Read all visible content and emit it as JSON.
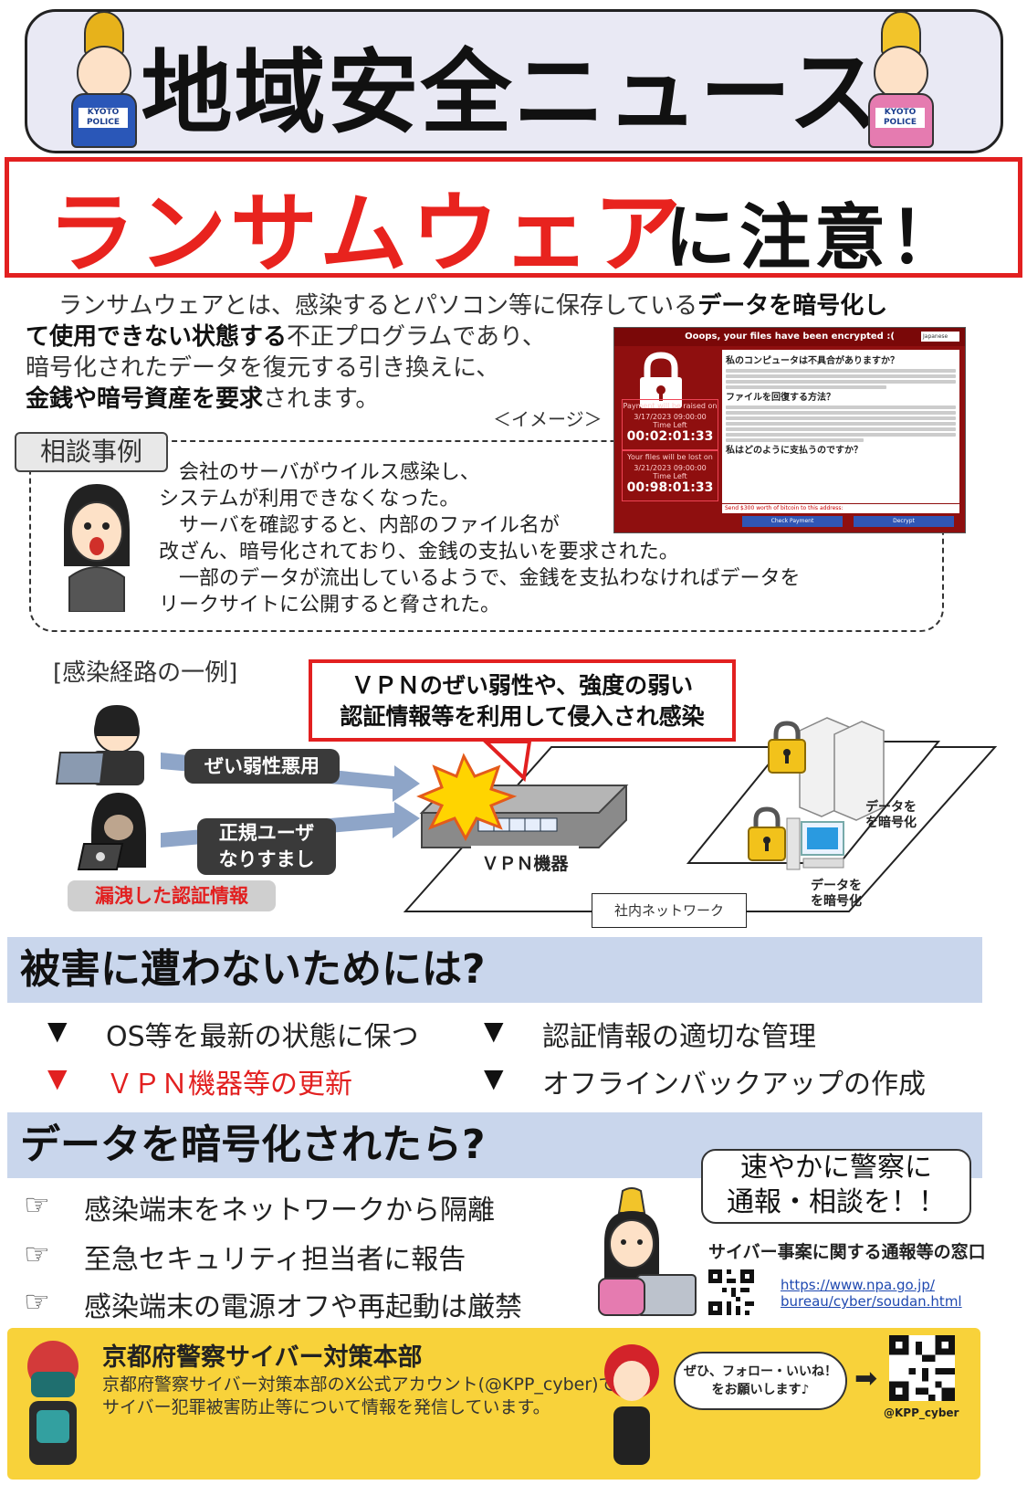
{
  "header": {
    "title": "地域安全ニュース",
    "mascot_badge": "KYOTO POLICE"
  },
  "banner": {
    "highlight": "ランサムウェア",
    "suffix": "に注意！"
  },
  "intro": {
    "line1_plain": "ランサムウェアとは、感染するとパソコン等に保存している",
    "line1_bold": "データを暗号化し",
    "line2_bold": "て使用できない状態する",
    "line2_plain": "不正プログラムであり、",
    "line3": "暗号化されたデータを復元する引き換えに、",
    "line4_bold": "金銭や暗号資産を要求",
    "line4_plain": "されます。"
  },
  "ransom_screen": {
    "title": "Ooops, your files have been encrypted :(",
    "language": "Japanese",
    "timer1_label": "Payment will be raised on",
    "timer1_date": "3/17/2023 09:00:00",
    "timer1_left": "Time Left",
    "timer1_value": "00:02:01:33",
    "timer2_label": "Your files will be lost on",
    "timer2_date": "3/21/2023 09:00:00",
    "timer2_left": "Time Left",
    "timer2_value": "00:98:01:33",
    "q1": "私のコンピュータは不具合がありますか？",
    "q2": "ファイルを回復する方法？",
    "q3": "私はどのように支払うのですか？",
    "send_text": "Send $300 worth of bitcoin to this address:",
    "btn_check": "Check Payment",
    "btn_decrypt": "Decrypt"
  },
  "image_label": "＜イメージ＞",
  "case": {
    "tab": "相談事例",
    "text": "　会社のサーバがウイルス感染し、\nシステムが利用できなくなった。\n　サーバを確認すると、内部のファイル名が\n改ざん、暗号化されており、金銭の支払いを要求された。\n　一部のデータが流出しているようで、金銭を支払わなければデータを\nリークサイトに公開すると脅された。"
  },
  "route": {
    "label": "[感染経路の一例]",
    "callout_line1": "ＶＰＮのぜい弱性や、強度の弱い",
    "callout_line2": "認証情報等を利用して侵入され感染",
    "pill_vuln": "ぜい弱性悪用",
    "pill_spoof_1": "正規ユーザ",
    "pill_spoof_2": "なりすまし",
    "leaked": "漏洩した認証情報",
    "vpn_device": "ＶＰＮ機器",
    "network": "社内ネットワーク",
    "encrypted_1a": "データを",
    "encrypted_1b": "を暗号化",
    "encrypted_2a": "データを",
    "encrypted_2b": "を暗号化"
  },
  "prevention": {
    "heading": "被害に遭わないためには?",
    "tips": [
      "OS等を最新の状態に保つ",
      "認証情報の適切な管理",
      "ＶＰＮ機器等の更新",
      "オフラインバックアップの作成"
    ],
    "marker": "▼"
  },
  "response": {
    "heading": "データを暗号化されたら?",
    "actions": [
      "感染端末をネットワークから隔離",
      "至急セキュリティ担当者に報告",
      "感染端末の電源オフや再起動は厳禁"
    ],
    "bubble_line1": "速やかに警察に",
    "bubble_line2": "通報・相談を！！",
    "report_title": "サイバー事案に関する通報等の窓口",
    "report_url_1": "https://www.npa.go.jp/",
    "report_url_2": "bureau/cyber/soudan.html"
  },
  "footer": {
    "title": "京都府警察サイバー対策本部",
    "text": "京都府警察サイバー対策本部のX公式アカウント(@KPP_cyber)では、\nサイバー犯罪被害防止等について情報を発信しています。",
    "bubble_line1": "ぜひ、フォロー・いいね！",
    "bubble_line2": "をお願いします♪",
    "handle": "@KPP_cyber"
  },
  "colors": {
    "accent_red": "#e22020",
    "section_blue": "#c9d6ec",
    "footer_yellow": "#f8d23a",
    "header_bg": "#e9e9f4"
  }
}
